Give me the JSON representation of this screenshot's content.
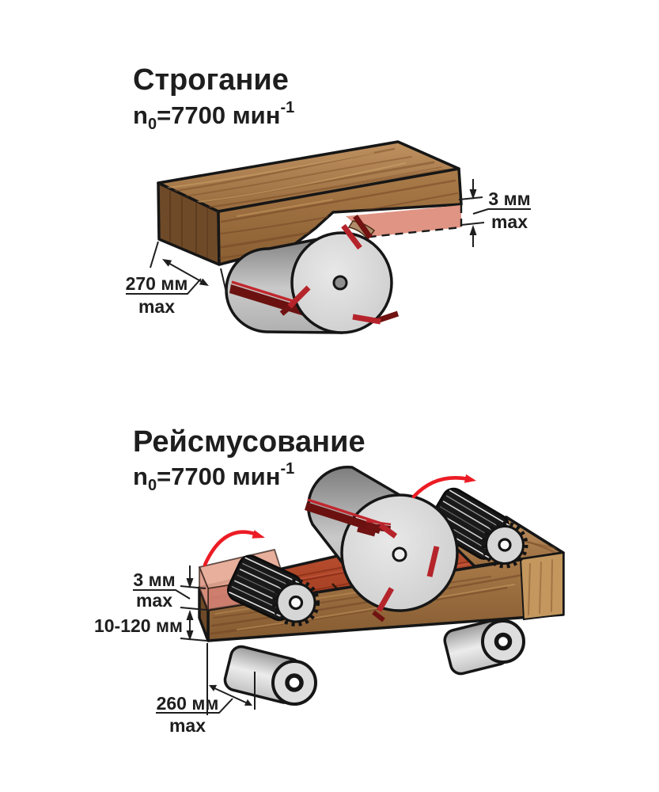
{
  "sections": [
    {
      "id": "planing",
      "title": "Строгание",
      "speed": {
        "symbol": "n",
        "subscript": "0",
        "equals_value": "=7700 мин",
        "superscript": "-1"
      },
      "dims": {
        "cut_depth": {
          "value": "3 мм",
          "qualifier": "max"
        },
        "width": {
          "value": "270 мм",
          "qualifier": "max"
        }
      }
    },
    {
      "id": "thicknessing",
      "title": "Рейсмусование",
      "speed": {
        "symbol": "n",
        "subscript": "0",
        "equals_value": "=7700 мин",
        "superscript": "-1"
      },
      "dims": {
        "cut_depth": {
          "value": "3 мм",
          "qualifier": "max"
        },
        "workpiece_thickness": {
          "value": "10-120 мм"
        },
        "width": {
          "value": "260 мм",
          "qualifier": "max"
        }
      }
    }
  ],
  "colors": {
    "wood_top": "#b8885a",
    "wood_front": "#9a6b3c",
    "wood_end": "#6f4a28",
    "planed_surface": "#b44a2b",
    "removed_material": "#e09484",
    "blade_red": "#c1272d",
    "blade_dark": "#701312",
    "steel_light": "#d9d9d9",
    "rotation_arrow": "#ec1c24",
    "outline": "#161616",
    "text": "#1e1e1e"
  }
}
